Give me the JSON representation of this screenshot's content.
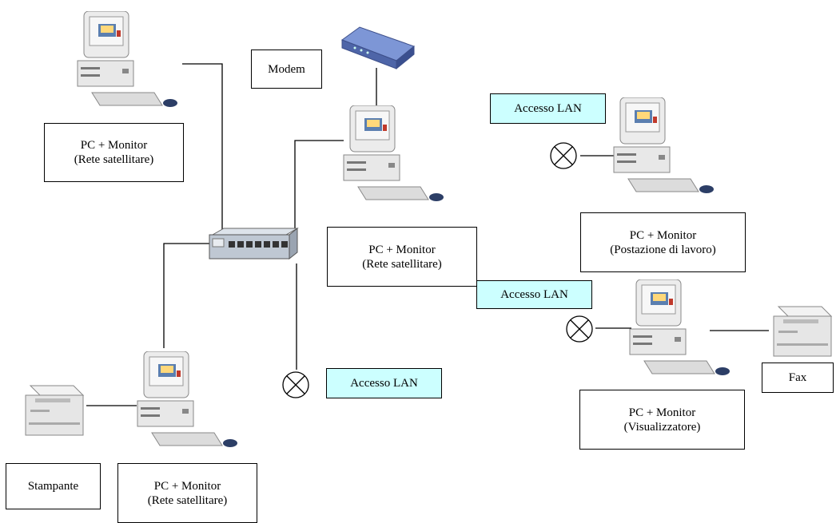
{
  "labels": {
    "modem": "Modem",
    "stampante": "Stampante",
    "fax": "Fax",
    "lan_top_right": "Accesso LAN",
    "lan_middle": "Accesso LAN",
    "lan_bottom": "Accesso LAN"
  },
  "pcs": {
    "top_left": {
      "line1": "PC + Monitor",
      "line2": "(Rete satellitare)"
    },
    "center": {
      "line1": "PC + Monitor",
      "line2": "(Rete satellitare)"
    },
    "bottom": {
      "line1": "PC + Monitor",
      "line2": "(Rete satellitare)"
    },
    "workstation": {
      "line1": "PC + Monitor",
      "line2": "(Postazione di lavoro)"
    },
    "viewer": {
      "line1": "PC + Monitor",
      "line2": "(Visualizzatore)"
    }
  },
  "colors": {
    "lan_fill": "#ccffff",
    "line": "#000000"
  }
}
